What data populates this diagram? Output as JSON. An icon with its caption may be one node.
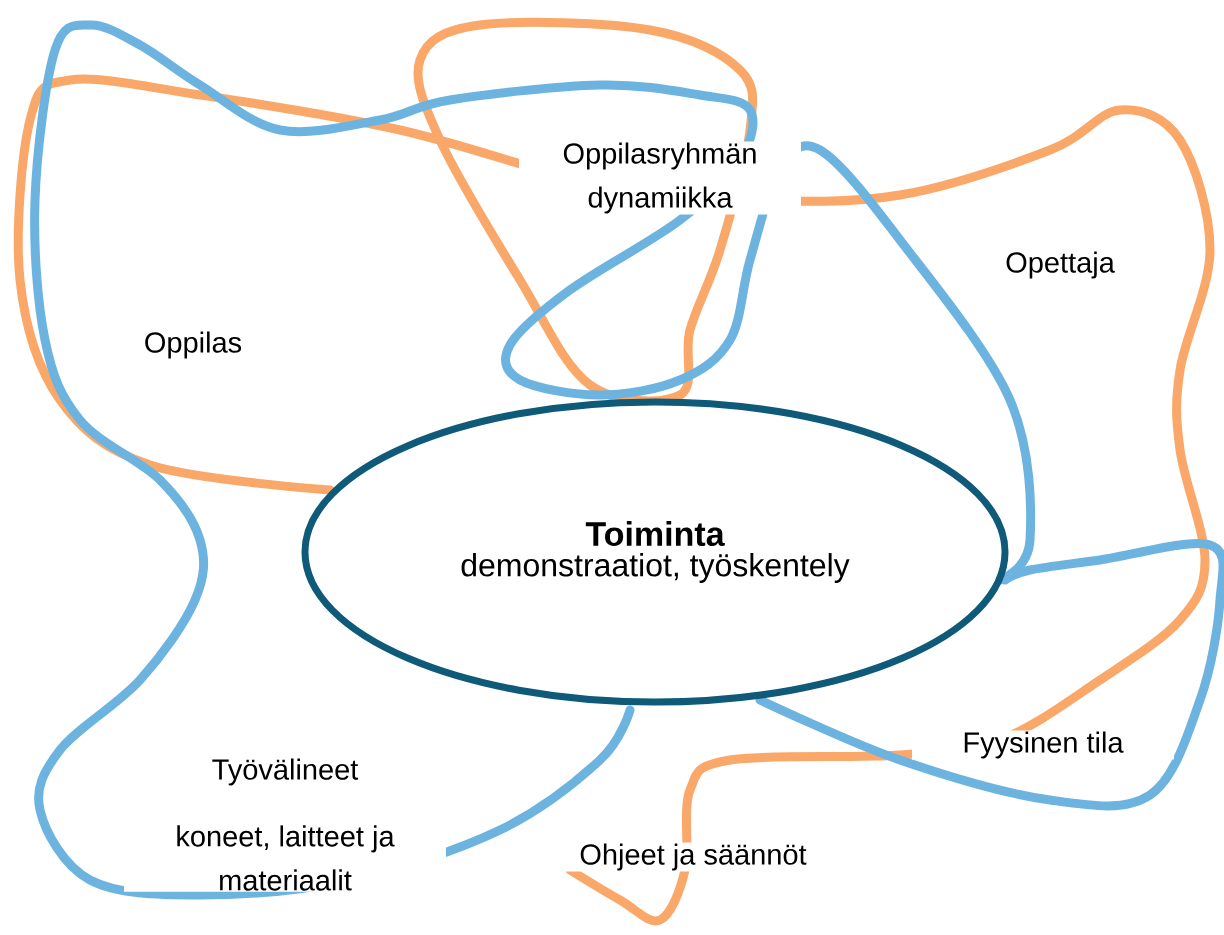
{
  "diagram": {
    "nodes": [
      {
        "text": [
          "Toiminta",
          "demonstraatiot, työskentely"
        ]
      }
    ],
    "labels": [
      "Oppilasryhmän dynamiikka",
      "Opettaja",
      "Oppilas",
      "Fyysinen tila",
      "Työvälineet",
      "koneet, laitteet ja materiaalit",
      "Ohjeet ja säännöt"
    ]
  }
}
